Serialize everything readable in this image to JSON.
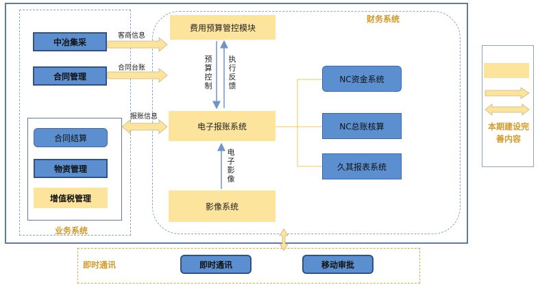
{
  "business_system": {
    "title": "业务系统",
    "items": [
      "中冶集采",
      "合同管理"
    ],
    "inner_items": [
      "合同结算",
      "物资管理",
      "增值税管理"
    ]
  },
  "finance_system": {
    "title": "财务系统",
    "budget_module": "费用预算管控模块",
    "expense_system": "电子报账系统",
    "image_system": "影像系统",
    "nc_systems": [
      "NC资金系统",
      "NC总账核算",
      "久其报表系统"
    ]
  },
  "flows": {
    "procurement_info": "客商信息",
    "contract_ledger": "合同台账",
    "expense_info": "报账信息",
    "budget_control": "预算控制",
    "execution_feedback": "执行反馈",
    "electronic_image": "电子影像"
  },
  "instant_messaging": {
    "title": "即时通讯",
    "items": [
      "即时通讯",
      "移动审批"
    ]
  },
  "legend": {
    "text": "本期建设完善内容"
  },
  "colors": {
    "blue": "#5b8fd0",
    "yellow": "#fce49c",
    "gold": "#d19a2a",
    "frame": "#5b7aa6"
  }
}
